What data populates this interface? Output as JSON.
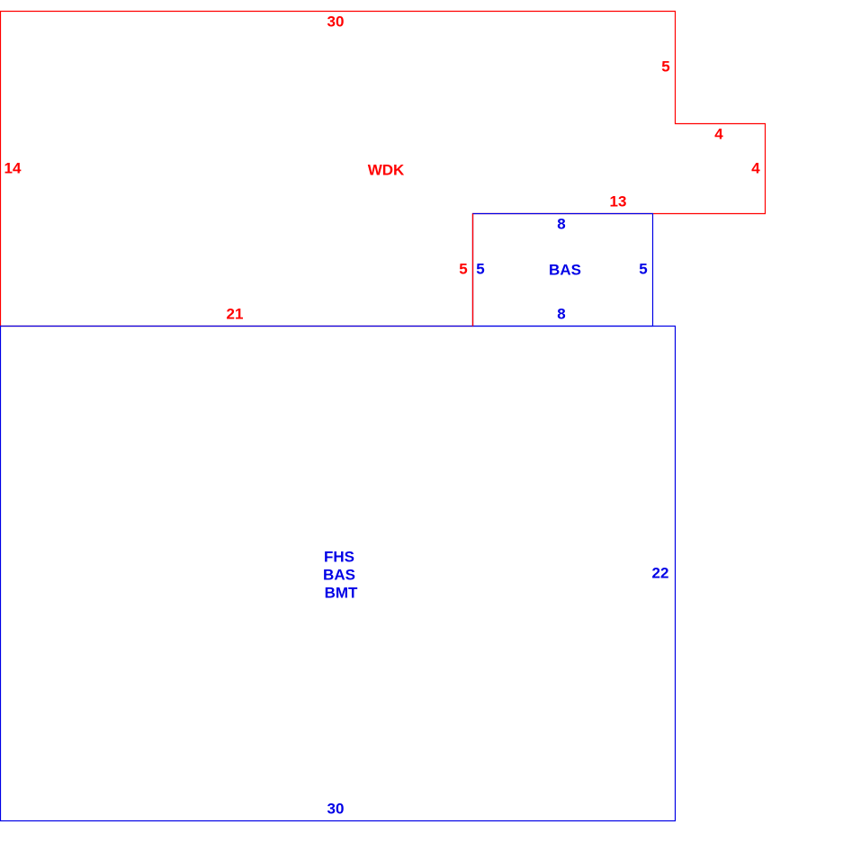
{
  "colors": {
    "deck": "#ff0000",
    "living": "#0000e6"
  },
  "wdk": {
    "label": "WDK",
    "dims": {
      "top": "30",
      "right_upper": "5",
      "step_top": "4",
      "step_right": "4",
      "inner_bottom": "13",
      "left": "14",
      "bottom": "21",
      "inner_left": "5"
    }
  },
  "bas_small": {
    "label": "BAS",
    "dims": {
      "top": "8",
      "left": "5",
      "right": "5",
      "bottom": "8"
    }
  },
  "main": {
    "labels": [
      "FHS",
      "BAS",
      "BMT"
    ],
    "dims": {
      "right": "22",
      "bottom": "30"
    }
  }
}
